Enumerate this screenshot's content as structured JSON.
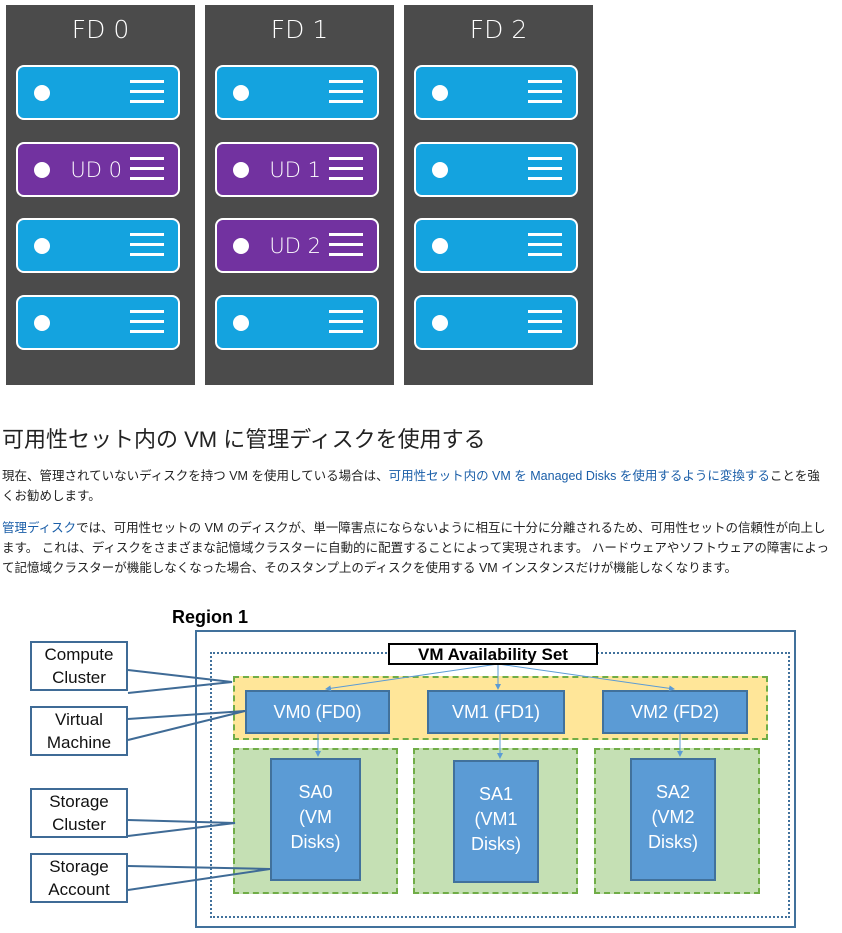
{
  "fault_domains": [
    {
      "label": "FD 0",
      "servers": [
        "",
        "UD 0",
        "",
        ""
      ]
    },
    {
      "label": "FD 1",
      "servers": [
        "",
        "UD 1",
        "UD 2",
        ""
      ]
    },
    {
      "label": "FD 2",
      "servers": [
        "",
        "",
        "",
        ""
      ]
    }
  ],
  "section": {
    "heading": "可用性セット内の VM に管理ディスクを使用する",
    "para1_before": "現在、管理されていないディスクを持つ VM を使用している場合は、",
    "para1_link": "可用性セット内の VM を Managed Disks を使用するように変換する",
    "para1_after": "ことを強くお勧めします。",
    "para2_link": "管理ディスク",
    "para2_text": "では、可用性セットの VM のディスクが、単一障害点にならないように相互に十分に分離されるため、可用性セットの信頼性が向上します。 これは、ディスクをさまざまな記憶域クラスターに自動的に配置することによって実現されます。 ハードウェアやソフトウェアの障害によって記憶域クラスターが機能しなくなった場合、そのスタンプ上のディスクを使用する VM インスタンスだけが機能しなくなります。"
  },
  "diagram": {
    "region": "Region 1",
    "availability_set": "VM Availability Set",
    "labels": [
      "Compute Cluster",
      "Virtual Machine",
      "Storage Cluster",
      "Storage Account"
    ],
    "vms": [
      "VM0 (FD0)",
      "VM1 (FD1)",
      "VM2 (FD2)"
    ],
    "storage_accounts": [
      "SA0\n(VM\nDisks)",
      "SA1\n(VM1\nDisks)",
      "SA2\n(VM2\nDisks)"
    ]
  }
}
